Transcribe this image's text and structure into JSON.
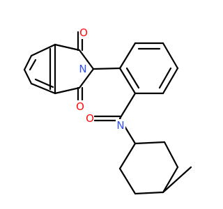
{
  "molecule": {
    "atoms": [
      {
        "id": "O1",
        "label": "O",
        "color": "#ff0d0d"
      },
      {
        "id": "N1",
        "label": "N",
        "color": "#3050f8"
      },
      {
        "id": "O2",
        "label": "O",
        "color": "#ff0d0d"
      },
      {
        "id": "O3",
        "label": "O",
        "color": "#ff0d0d"
      },
      {
        "id": "N2",
        "label": "N",
        "color": "#3050f8"
      }
    ],
    "bond_color": "#000000"
  }
}
